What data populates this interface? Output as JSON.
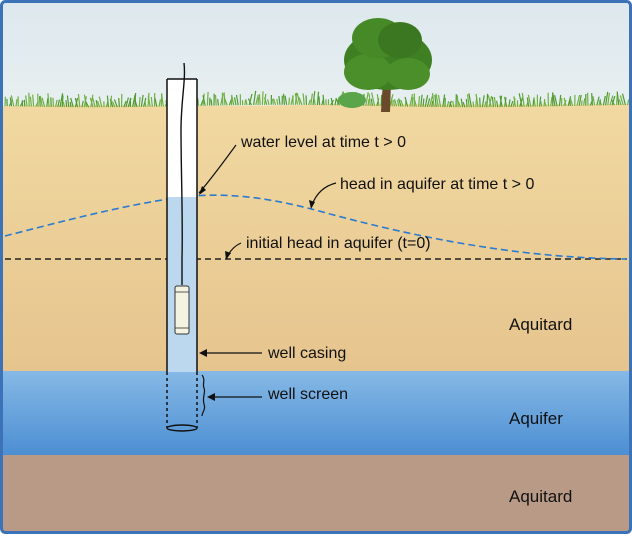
{
  "labels": {
    "water_level": "water level at time t > 0",
    "head_aquifer": "head in aquifer at time t > 0",
    "initial_head": "initial head in aquifer (t=0)",
    "well_casing": "well casing",
    "well_screen": "well screen"
  },
  "layers": {
    "aquitard_upper": "Aquitard",
    "aquifer": "Aquifer",
    "aquitard_lower": "Aquitard"
  },
  "colors": {
    "sky": "#e3ecf0",
    "soil_top": "#f1d9a1",
    "soil_bottom": "#e6c48e",
    "aquifer_top": "#86b9e6",
    "aquifer_bottom": "#4c8ed2",
    "lower_aquitard": "#b89a86",
    "head_line": "#2b7ccf",
    "initial_head_line": "#222222",
    "grass": "#4f9a2c",
    "tree_foliage": "#3e7f23",
    "tree_trunk": "#6b4a2b",
    "well_water": "#bcd8ef",
    "frame": "#3b72b8"
  }
}
